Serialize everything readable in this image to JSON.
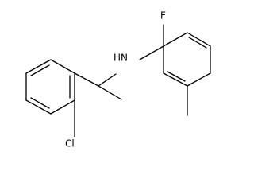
{
  "molecule": {
    "atom_labels": {
      "fluorine": "F",
      "amine": "HN",
      "chlorine": "Cl"
    },
    "colors": {
      "bond": "#000000",
      "text": "#000000",
      "background": "#ffffff"
    }
  }
}
